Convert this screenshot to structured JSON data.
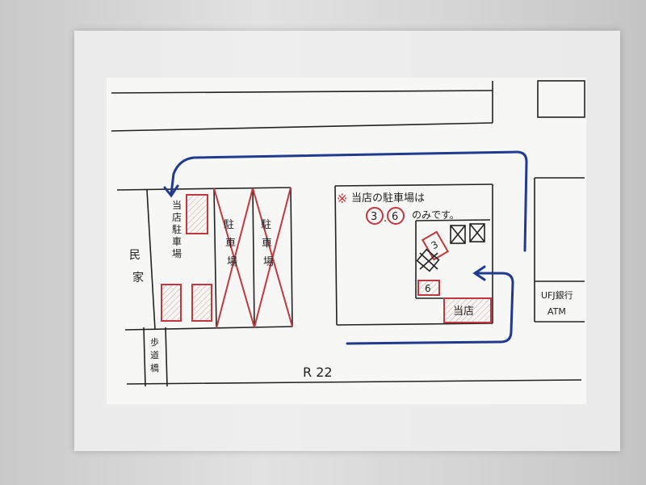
{
  "map": {
    "note_mark": "※",
    "note_line1": "当店の駐車場は",
    "note_num_a": "3",
    "note_sep": ".",
    "note_num_b": "6",
    "note_line2": "のみです。",
    "store_parking_label": [
      "当",
      "店",
      "駐",
      "車",
      "場"
    ],
    "house_label": [
      "民",
      "家"
    ],
    "other_parking_label": [
      "駐",
      "車",
      "場"
    ],
    "footbridge_label": [
      "歩",
      "道",
      "橋"
    ],
    "store_label": "当店",
    "spot_3": "3",
    "spot_6": "6",
    "bank_label": "UFJ銀行",
    "atm_label": "ATM",
    "road_label": "R 22"
  },
  "colors": {
    "ink": "#222222",
    "red": "#c0393f",
    "blue": "#1f3a8f"
  }
}
